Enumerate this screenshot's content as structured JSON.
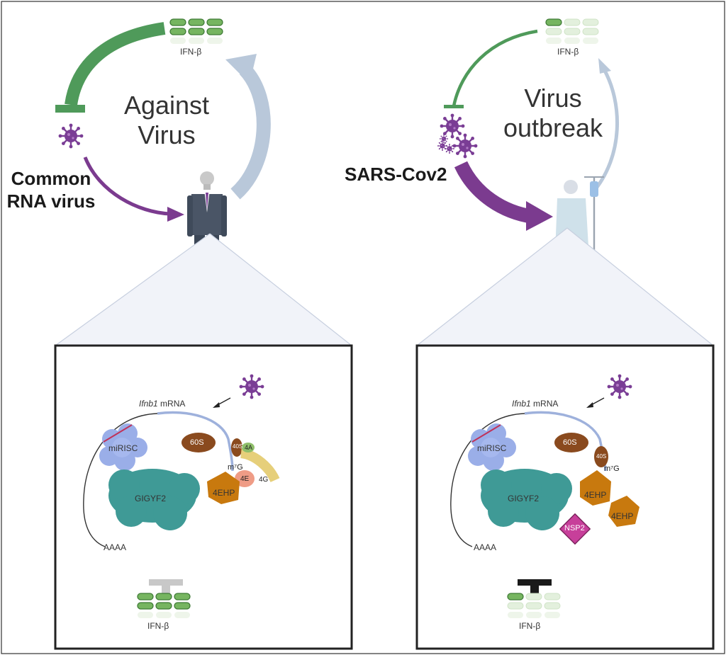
{
  "left_panel": {
    "title_line1": "Against",
    "title_line2": "Virus",
    "virus_label_line1": "Common",
    "virus_label_line2": "RNA virus",
    "ifn_label": "IFN-β",
    "ifn_strong_count": 6,
    "inset": {
      "mrna_label_italic": "Ifnb1",
      "mrna_label_rest": " mRNA",
      "mirisc": "miRISC",
      "ribosome_60s": "60S",
      "ribosome_40s": "40S",
      "factor_4a": "4A",
      "factor_4e": "4E",
      "factor_4g": "4G",
      "cap": "m⁷G",
      "gigyf2": "GIGYF2",
      "ehp": "4EHP",
      "polya": "AAAA",
      "ifn_label": "IFN-β",
      "ifn_strong_count": 6
    }
  },
  "right_panel": {
    "title_line1": "Virus",
    "title_line2": "outbreak",
    "virus_label": "SARS-Cov2",
    "ifn_label": "IFN-β",
    "ifn_strong_count": 1,
    "inset": {
      "mrna_label_italic": "Ifnb1",
      "mrna_label_rest": " mRNA",
      "mirisc": "miRISC",
      "ribosome_60s": "60S",
      "ribosome_40s": "40S",
      "cap": "m⁷G",
      "gigyf2": "GIGYF2",
      "ehp_1": "4EHP",
      "ehp_2": "4EHP",
      "nsp2": "NSP2",
      "polya": "AAAA",
      "ifn_label": "IFN-β",
      "ifn_strong_count": 1
    }
  },
  "colors": {
    "green_arrow": "#4f9a5a",
    "blue_arrow": "#b9c8da",
    "purple_arrow": "#7b3b8f",
    "virus": "#7a3d95",
    "gigyf2": "#3f9a96",
    "ehp": "#c8790e",
    "nsp2": "#c73f9a",
    "mirisc": "#9aaee8",
    "ribosome": "#8a4a1e"
  }
}
